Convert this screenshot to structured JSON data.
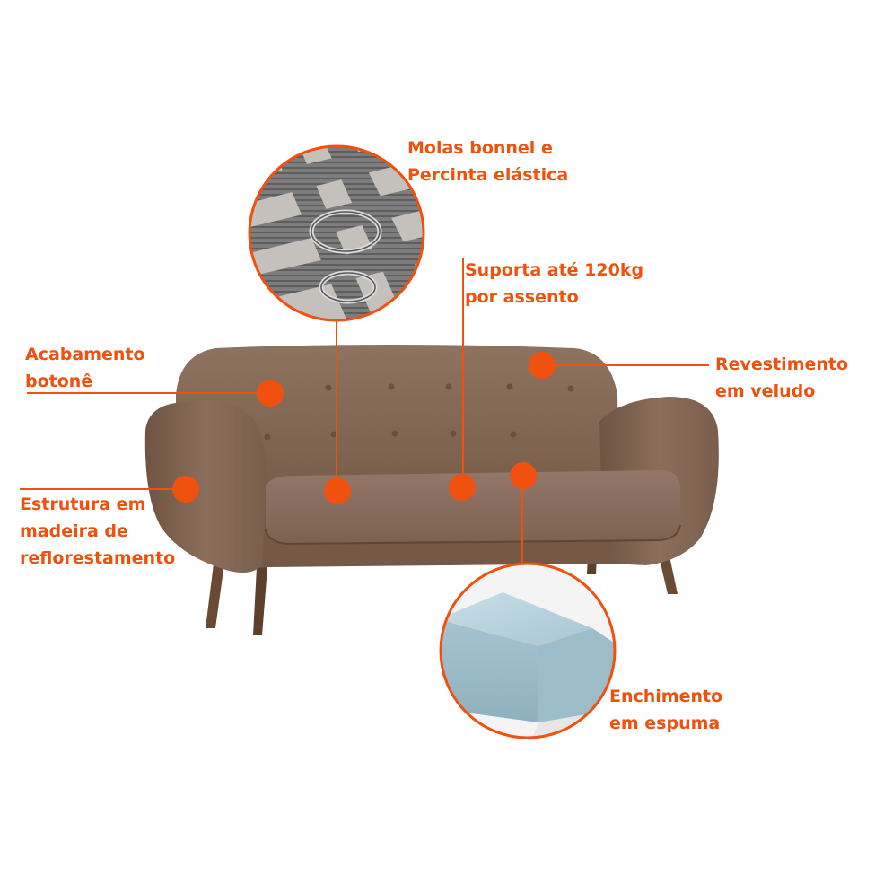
{
  "colors": {
    "accent": "#f0510f",
    "upholstery": "#8a6c5a",
    "legs": "#6b4a33",
    "foam": "#b9d3dd"
  },
  "callouts": {
    "springs": {
      "line1": "Molas bonnel e",
      "line2": "Percinta elástica"
    },
    "support": {
      "line1": "Suporta até 120kg",
      "line2": "por assento"
    },
    "tufting": {
      "line1": "Acabamento",
      "line2": "botonê"
    },
    "upholstery": {
      "line1": "Revestimento",
      "line2": "em veludo"
    },
    "frame": {
      "line1": "Estrutura em",
      "line2": "madeira de",
      "line3": "reflorestamento"
    },
    "filling": {
      "line1": "Enchimento",
      "line2": "em espuma"
    }
  }
}
